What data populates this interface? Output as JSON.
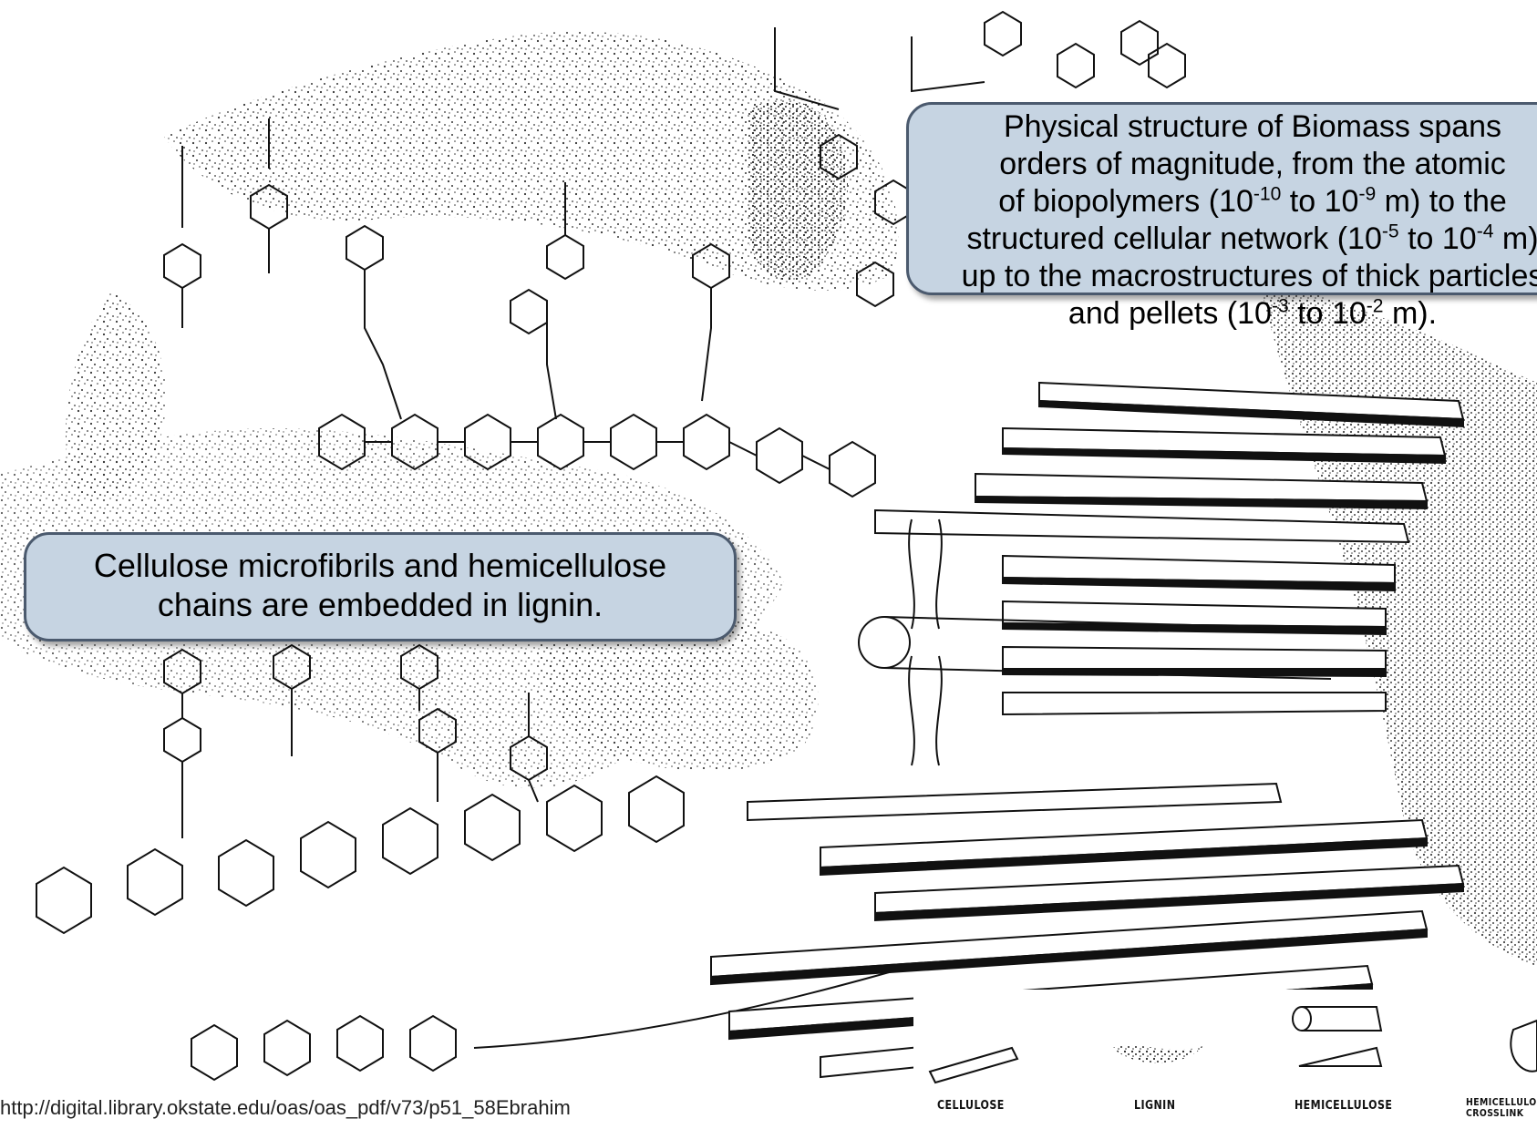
{
  "callouts": {
    "physical": {
      "lines": [
        [
          "Physical structure of Biomass spans",
          ""
        ],
        [
          "orders of magnitude, from the atomic",
          ""
        ],
        [
          "of biopolymers (10",
          "-10",
          " to 10",
          "-9",
          " m) to the"
        ],
        [
          "structured cellular network (10",
          "-5",
          " to 10",
          "-4",
          " m)"
        ],
        [
          "up to the macrostructures of thick particles",
          ""
        ],
        [
          "and pellets (10",
          "-3",
          " to 10",
          "-2",
          " m)."
        ]
      ]
    },
    "cellulose": {
      "line1": "Cellulose microfibrils and hemicellulose",
      "line2": "chains are embedded in lignin."
    }
  },
  "legend": {
    "items": [
      "CELLULOSE",
      "LIGNIN",
      "HEMICELLULOSE",
      "HEMICELLULOSE CROSSLINK"
    ]
  },
  "source_url": "http://digital.library.okstate.edu/oas/oas_pdf/v73/p51_58Ebrahim"
}
